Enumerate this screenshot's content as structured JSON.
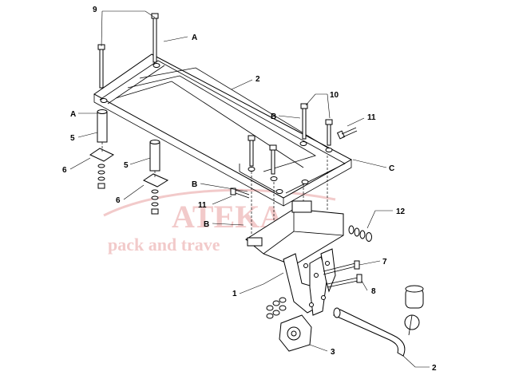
{
  "watermark": {
    "brand": "ATEKA",
    "tagline": "pack and trave",
    "color": "#e8a0a0"
  },
  "callouts": {
    "c9": "9",
    "cA_top": "A",
    "c2_top": "2",
    "cA_left": "A",
    "cB_top": "B",
    "c10": "10",
    "c11_right": "11",
    "c5_left": "5",
    "c5_mid": "5",
    "c6_left": "6",
    "c6_mid": "6",
    "cC": "C",
    "cB_mid": "B",
    "c11_mid": "11",
    "cB_low": "B",
    "c12": "12",
    "c7": "7",
    "c1": "1",
    "c8": "8",
    "c3": "3",
    "c2_bottom": "2"
  }
}
